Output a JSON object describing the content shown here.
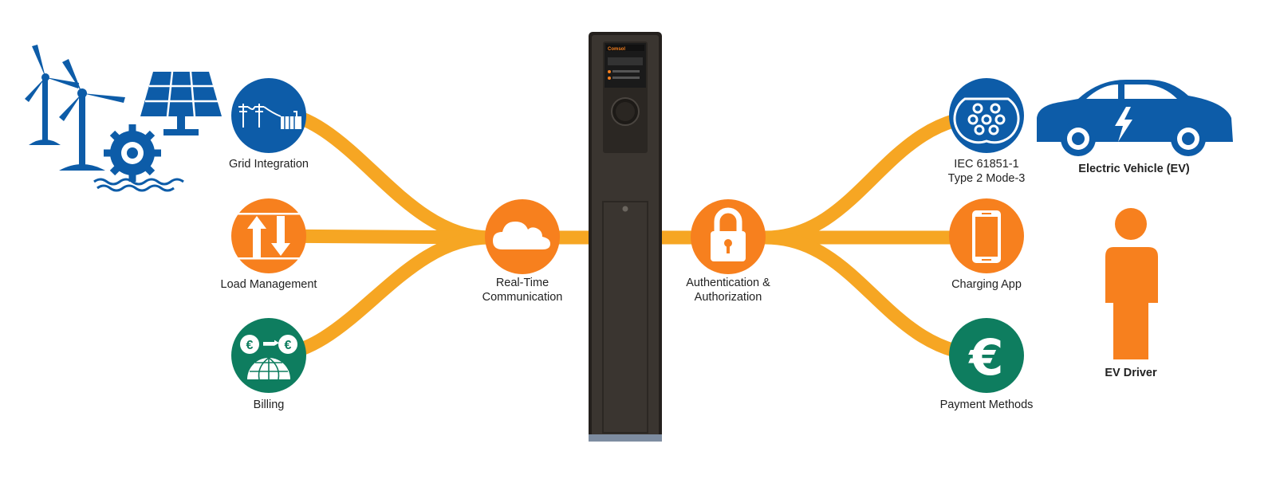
{
  "colors": {
    "orange": "#F7801E",
    "yellow_flow": "#F6A623",
    "blue": "#0D5CA8",
    "green": "#0E7D5F",
    "charger_body": "#3A3530",
    "charger_frame": "#24201d"
  },
  "left_nodes": [
    {
      "label": "Grid Integration",
      "icon": "power-grid-icon",
      "color": "blue"
    },
    {
      "label": "Load Management",
      "icon": "up-down-arrows-icon",
      "color": "orange"
    },
    {
      "label": "Billing",
      "icon": "currency-exchange-globe-icon",
      "color": "green"
    }
  ],
  "center_left": {
    "line1": "Real-Time",
    "line2": "Communication",
    "icon": "cloud-icon"
  },
  "center_right": {
    "line1": "Authentication &",
    "line2": "Authorization",
    "icon": "padlock-icon"
  },
  "right_nodes": [
    {
      "line1": "IEC 61851-1",
      "line2": "Type 2 Mode-3",
      "icon": "type2-connector-icon",
      "color": "blue"
    },
    {
      "label": "Charging App",
      "icon": "smartphone-icon",
      "color": "orange"
    },
    {
      "label": "Payment Methods",
      "icon": "euro-icon",
      "color": "green"
    }
  ],
  "endpoints": {
    "ev": {
      "label": "Electric Vehicle (EV)",
      "icon": "electric-car-icon"
    },
    "driver": {
      "label": "EV Driver",
      "icon": "person-icon"
    }
  },
  "charger": {
    "brand": "Comsol",
    "icon": "ev-charging-station-icon"
  },
  "renewables": {
    "icon": "renewable-energy-sources-icon"
  }
}
